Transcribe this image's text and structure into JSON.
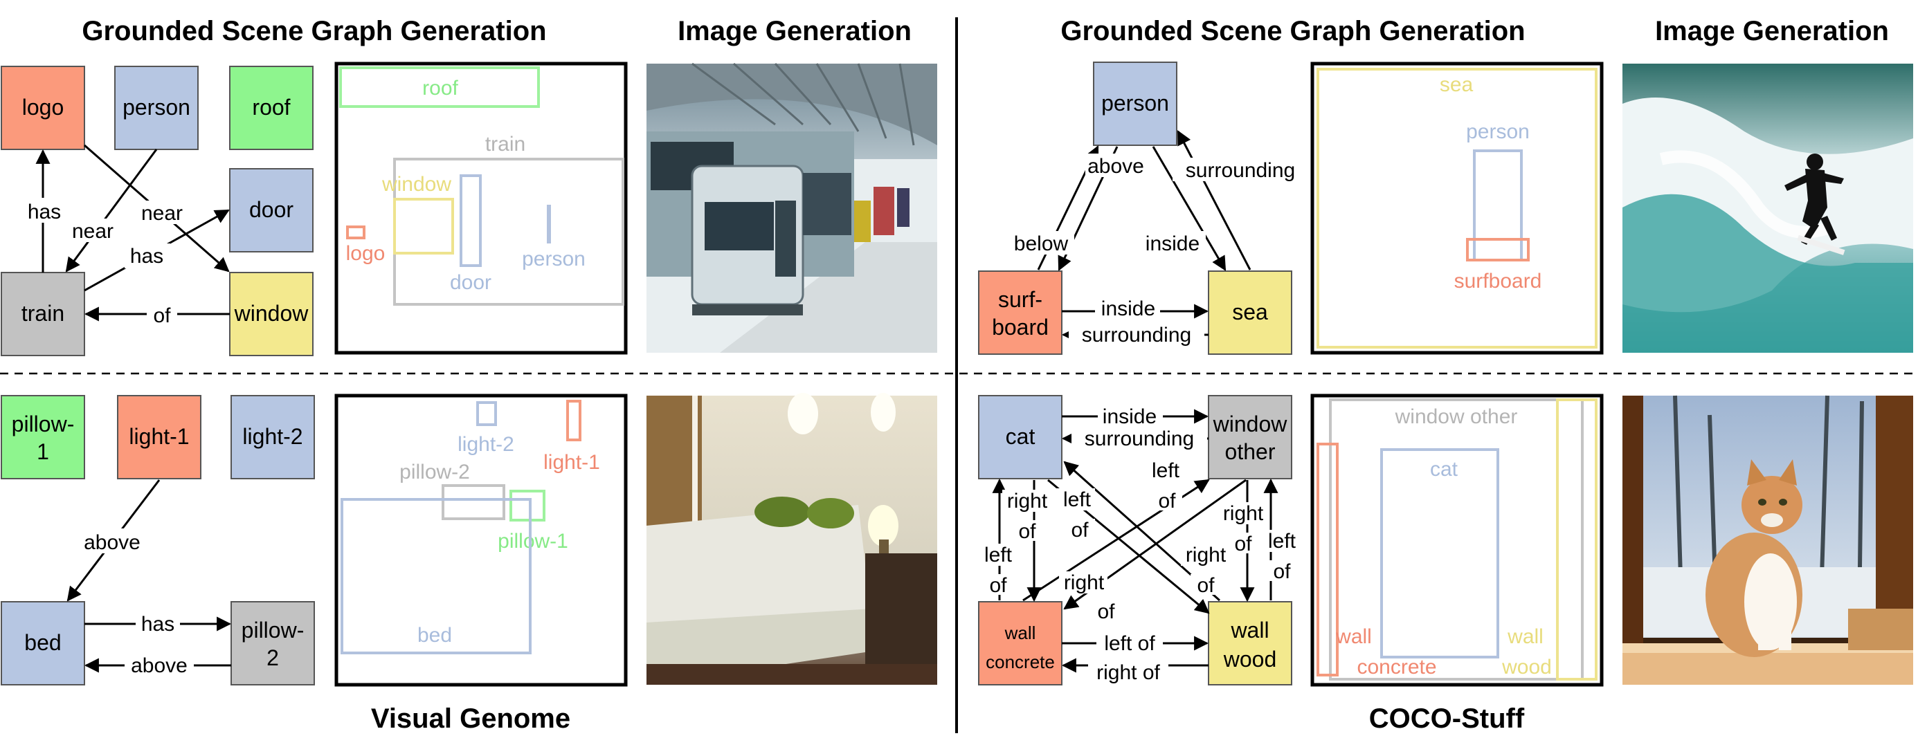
{
  "headers": {
    "left_sgg": "Grounded Scene Graph Generation",
    "left_img": "Image Generation",
    "right_sgg": "Grounded Scene Graph Generation",
    "right_img": "Image Generation"
  },
  "footers": {
    "left": "Visual Genome",
    "right": "COCO-Stuff"
  },
  "colors": {
    "orange": "#fb9a7c",
    "blue": "#b6c6e2",
    "green": "#8ef58e",
    "yellow": "#f3e98e",
    "gray": "#c2c2c2",
    "box_orange": "#f49a7e",
    "box_blue": "#b2c2de",
    "box_green": "#9ef29e",
    "box_yellow": "#eee38e",
    "box_gray": "#c4c4c4",
    "label_orange": "#f08870",
    "label_blue": "#a8bcdc",
    "label_green": "#86ea86",
    "label_yellow": "#e8dc7c",
    "label_gray": "#b4b4b4"
  },
  "panels": {
    "vg_top": {
      "nodes": {
        "logo": "logo",
        "person": "person",
        "roof": "roof",
        "door": "door",
        "train": "train",
        "window": "window"
      },
      "edges": {
        "has1": "has",
        "near1": "near",
        "near2": "near",
        "has2": "has",
        "of": "of"
      },
      "boxes": {
        "roof": "roof",
        "train": "train",
        "window": "window",
        "logo": "logo",
        "door": "door",
        "person": "person"
      }
    },
    "coco_top": {
      "nodes": {
        "person": "person",
        "surfboard_1": "surf-",
        "surfboard_2": "board",
        "sea": "sea"
      },
      "edges": {
        "above": "above",
        "surrounding1": "surrounding",
        "below": "below",
        "inside1": "inside",
        "inside2": "inside",
        "surrounding2": "surrounding"
      },
      "boxes": {
        "sea": "sea",
        "person": "person",
        "surfboard": "surfboard"
      }
    },
    "vg_bottom": {
      "nodes": {
        "pillow1_a": "pillow-",
        "pillow1_b": "1",
        "light1": "light-1",
        "light2": "light-2",
        "bed": "bed",
        "pillow2_a": "pillow-",
        "pillow2_b": "2"
      },
      "edges": {
        "above1": "above",
        "has": "has",
        "above2": "above"
      },
      "boxes": {
        "light2": "light-2",
        "light1": "light-1",
        "pillow2": "pillow-2",
        "pillow1": "pillow-1",
        "bed": "bed"
      }
    },
    "coco_bottom": {
      "nodes": {
        "cat": "cat",
        "window_a": "window",
        "window_b": "other",
        "wall_c_a": "wall",
        "wall_c_b": "concrete",
        "wall_w_a": "wall",
        "wall_w_b": "wood"
      },
      "edges": {
        "inside": "inside",
        "surrounding": "surrounding",
        "left": "left",
        "right": "right",
        "of": "of",
        "left_of": "left of",
        "right_of": "right of"
      },
      "boxes": {
        "window_other": "window other",
        "cat": "cat",
        "wall1": "wall",
        "concrete": "concrete",
        "wall2": "wall",
        "wood": "wood"
      }
    }
  }
}
